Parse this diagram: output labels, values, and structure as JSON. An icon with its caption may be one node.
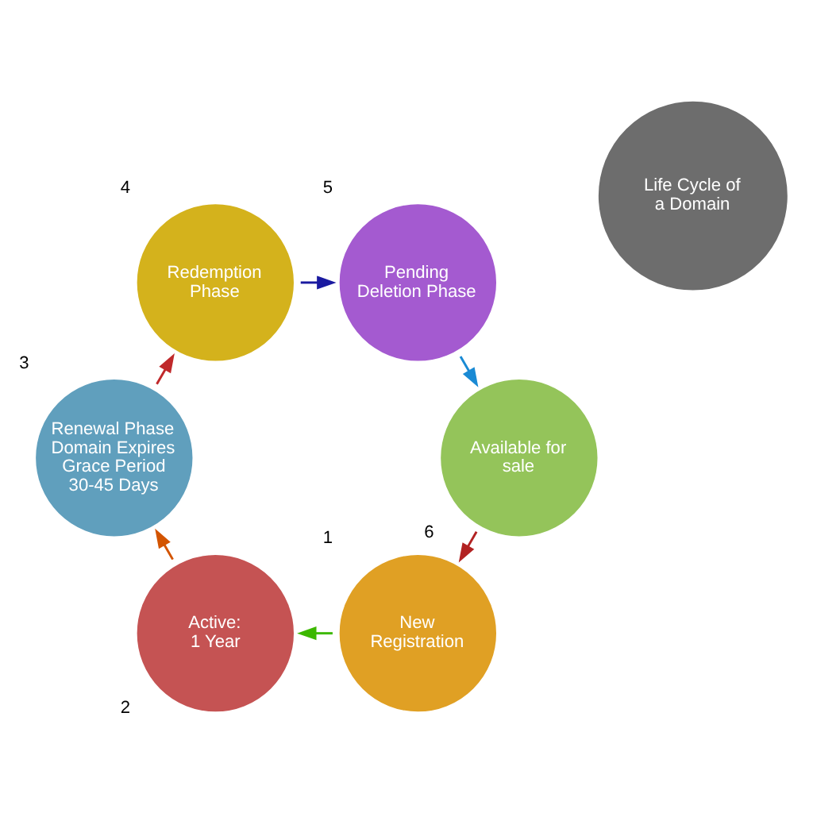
{
  "diagram": {
    "nodes": [
      {
        "text": [
          "Life Cycle of a Domain"
        ]
      },
      {
        "text": [
          "New Registration"
        ],
        "beside": [
          "1"
        ]
      },
      {
        "text": [
          "Active:",
          "1 Year"
        ],
        "beside": [
          "2"
        ]
      },
      {
        "text": [
          "Renewal Phase",
          "Domain Expires Grace Period 30-45 Days"
        ],
        "beside": [
          "3"
        ]
      },
      {
        "text": [
          "Redemption Phase"
        ],
        "beside": [
          "4"
        ]
      },
      {
        "text": [
          "Pending Deletion Phase"
        ],
        "beside": [
          "5"
        ]
      },
      {
        "text": [
          "Available for sale"
        ],
        "beside": [
          "6"
        ]
      }
    ],
    "edges": [
      {
        "from": 1,
        "to": 2,
        "arrow": "to",
        "color": "#3cb800"
      },
      {
        "from": 2,
        "to": 3,
        "arrow": "to",
        "color": "#d35400"
      },
      {
        "from": 3,
        "to": 4,
        "arrow": "to",
        "color": "#c0292b"
      },
      {
        "from": 4,
        "to": 5,
        "arrow": "to",
        "color": "#1a1aa0"
      },
      {
        "from": 5,
        "to": 6,
        "arrow": "to",
        "color": "#1a8ad4"
      },
      {
        "from": 6,
        "to": 1,
        "arrow": "to",
        "color": "#b22222"
      }
    ]
  }
}
